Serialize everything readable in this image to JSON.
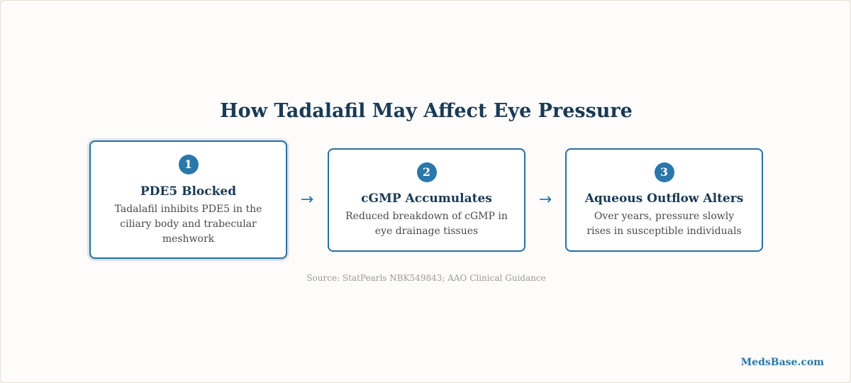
{
  "title": "How Tadalafil May Affect Eye Pressure",
  "steps": [
    {
      "number": "1",
      "title": "PDE5 Blocked",
      "description": "Tadalafil inhibits PDE5 in the ciliary body and trabecular meshwork"
    },
    {
      "number": "2",
      "title": "cGMP Accumulates",
      "description": "Reduced breakdown of cGMP in eye drainage tissues"
    },
    {
      "number": "3",
      "title": "Aqueous Outflow Alters",
      "description": "Over years, pressure slowly rises in susceptible individuals"
    }
  ],
  "arrow_glyph": "→",
  "source": "Source: StatPearls NBK549843; AAO Clinical Guidance",
  "brand": "MedsBase.com",
  "colors": {
    "accent": "#2a77aa",
    "border": "#2a6f9e",
    "title": "#1a3a55",
    "body_text": "#4a4a4a",
    "muted": "#9a9a9a",
    "background": "#fdfcfa"
  }
}
